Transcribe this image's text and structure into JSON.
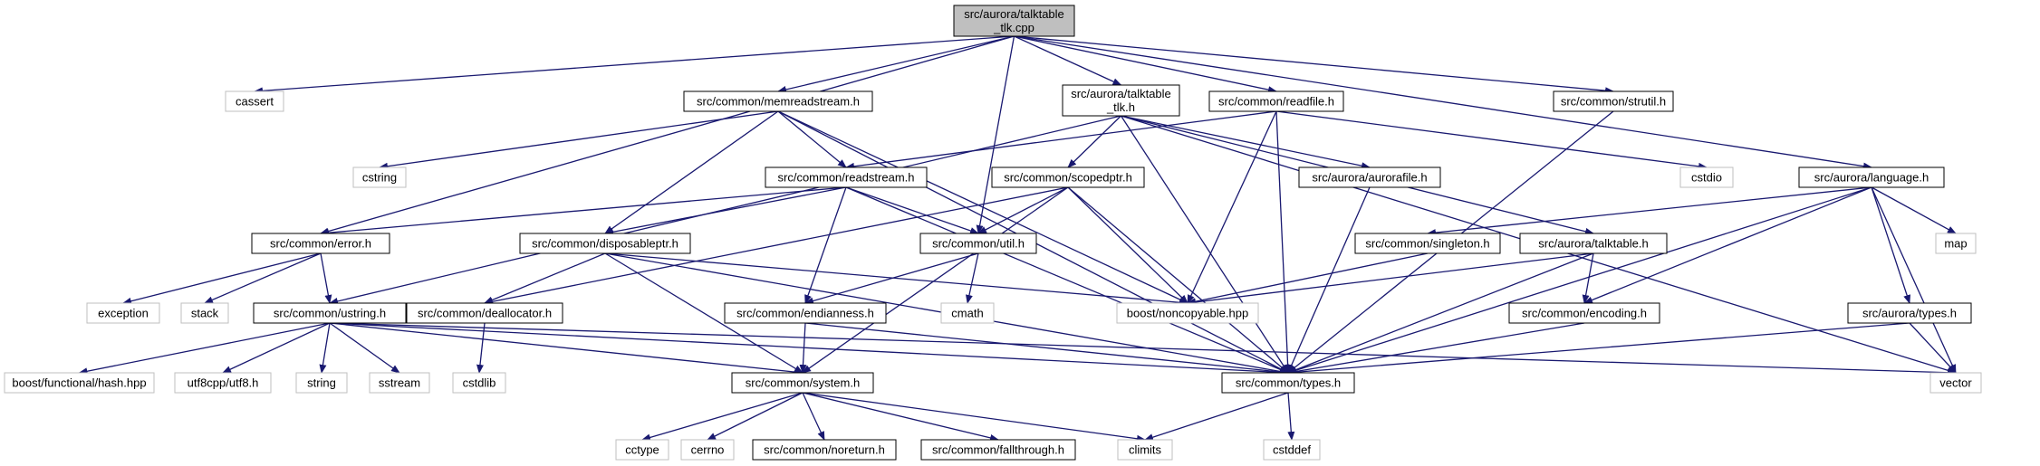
{
  "colors": {
    "edge": "#191970",
    "root_fill": "#bfbfbf",
    "node_border": "#000000",
    "external_border": "#bfbfbf",
    "background": "#ffffff"
  },
  "nodes": [
    {
      "id": "root",
      "lines": [
        "src/aurora/talktable",
        "_tlk.cpp"
      ],
      "style": "root"
    },
    {
      "id": "cassert",
      "lines": [
        "cassert"
      ],
      "style": "external"
    },
    {
      "id": "memreadstream",
      "lines": [
        "src/common/memreadstream.h"
      ],
      "style": "normal"
    },
    {
      "id": "talktable_tlk_h",
      "lines": [
        "src/aurora/talktable",
        "_tlk.h"
      ],
      "style": "normal"
    },
    {
      "id": "readfile",
      "lines": [
        "src/common/readfile.h"
      ],
      "style": "normal"
    },
    {
      "id": "strutil",
      "lines": [
        "src/common/strutil.h"
      ],
      "style": "normal"
    },
    {
      "id": "cstring",
      "lines": [
        "cstring"
      ],
      "style": "external"
    },
    {
      "id": "readstream",
      "lines": [
        "src/common/readstream.h"
      ],
      "style": "normal"
    },
    {
      "id": "scopedptr",
      "lines": [
        "src/common/scopedptr.h"
      ],
      "style": "normal"
    },
    {
      "id": "aurorafile",
      "lines": [
        "src/aurora/aurorafile.h"
      ],
      "style": "normal"
    },
    {
      "id": "cstdio",
      "lines": [
        "cstdio"
      ],
      "style": "external"
    },
    {
      "id": "language",
      "lines": [
        "src/aurora/language.h"
      ],
      "style": "normal"
    },
    {
      "id": "error",
      "lines": [
        "src/common/error.h"
      ],
      "style": "normal"
    },
    {
      "id": "disposableptr",
      "lines": [
        "src/common/disposableptr.h"
      ],
      "style": "normal"
    },
    {
      "id": "util",
      "lines": [
        "src/common/util.h"
      ],
      "style": "normal"
    },
    {
      "id": "singleton",
      "lines": [
        "src/common/singleton.h"
      ],
      "style": "normal"
    },
    {
      "id": "talktable_h",
      "lines": [
        "src/aurora/talktable.h"
      ],
      "style": "normal"
    },
    {
      "id": "map",
      "lines": [
        "map"
      ],
      "style": "external"
    },
    {
      "id": "exception",
      "lines": [
        "exception"
      ],
      "style": "external"
    },
    {
      "id": "stack",
      "lines": [
        "stack"
      ],
      "style": "external"
    },
    {
      "id": "ustring",
      "lines": [
        "src/common/ustring.h"
      ],
      "style": "normal"
    },
    {
      "id": "deallocator",
      "lines": [
        "src/common/deallocator.h"
      ],
      "style": "normal"
    },
    {
      "id": "endianness",
      "lines": [
        "src/common/endianness.h"
      ],
      "style": "normal"
    },
    {
      "id": "cmath",
      "lines": [
        "cmath"
      ],
      "style": "external"
    },
    {
      "id": "noncopyable",
      "lines": [
        "boost/noncopyable.hpp"
      ],
      "style": "external"
    },
    {
      "id": "encoding",
      "lines": [
        "src/common/encoding.h"
      ],
      "style": "normal"
    },
    {
      "id": "aurora_types",
      "lines": [
        "src/aurora/types.h"
      ],
      "style": "normal"
    },
    {
      "id": "boost_hash",
      "lines": [
        "boost/functional/hash.hpp"
      ],
      "style": "external"
    },
    {
      "id": "utf8",
      "lines": [
        "utf8cpp/utf8.h"
      ],
      "style": "external"
    },
    {
      "id": "string",
      "lines": [
        "string"
      ],
      "style": "external"
    },
    {
      "id": "sstream",
      "lines": [
        "sstream"
      ],
      "style": "external"
    },
    {
      "id": "cstdlib",
      "lines": [
        "cstdlib"
      ],
      "style": "external"
    },
    {
      "id": "system",
      "lines": [
        "src/common/system.h"
      ],
      "style": "normal"
    },
    {
      "id": "types",
      "lines": [
        "src/common/types.h"
      ],
      "style": "normal"
    },
    {
      "id": "vector",
      "lines": [
        "vector"
      ],
      "style": "external"
    },
    {
      "id": "cctype",
      "lines": [
        "cctype"
      ],
      "style": "external"
    },
    {
      "id": "cerrno",
      "lines": [
        "cerrno"
      ],
      "style": "external"
    },
    {
      "id": "noreturn",
      "lines": [
        "src/common/noreturn.h"
      ],
      "style": "normal"
    },
    {
      "id": "fallthrough",
      "lines": [
        "src/common/fallthrough.h"
      ],
      "style": "normal"
    },
    {
      "id": "climits",
      "lines": [
        "climits"
      ],
      "style": "external"
    },
    {
      "id": "cstddef",
      "lines": [
        "cstddef"
      ],
      "style": "external"
    }
  ],
  "edges": [
    [
      "root",
      "cassert"
    ],
    [
      "root",
      "memreadstream"
    ],
    [
      "root",
      "talktable_tlk_h"
    ],
    [
      "root",
      "readfile"
    ],
    [
      "root",
      "strutil"
    ],
    [
      "root",
      "language"
    ],
    [
      "root",
      "error"
    ],
    [
      "root",
      "util"
    ],
    [
      "memreadstream",
      "cstring"
    ],
    [
      "memreadstream",
      "readstream"
    ],
    [
      "memreadstream",
      "disposableptr"
    ],
    [
      "memreadstream",
      "types"
    ],
    [
      "memreadstream",
      "noncopyable"
    ],
    [
      "talktable_tlk_h",
      "ustring"
    ],
    [
      "talktable_tlk_h",
      "scopedptr"
    ],
    [
      "talktable_tlk_h",
      "aurorafile"
    ],
    [
      "talktable_tlk_h",
      "talktable_h"
    ],
    [
      "talktable_tlk_h",
      "types"
    ],
    [
      "talktable_tlk_h",
      "vector"
    ],
    [
      "readfile",
      "readstream"
    ],
    [
      "readfile",
      "cstdio"
    ],
    [
      "readfile",
      "noncopyable"
    ],
    [
      "readfile",
      "types"
    ],
    [
      "strutil",
      "types"
    ],
    [
      "readstream",
      "error"
    ],
    [
      "readstream",
      "disposableptr"
    ],
    [
      "readstream",
      "util"
    ],
    [
      "readstream",
      "endianness"
    ],
    [
      "readstream",
      "types"
    ],
    [
      "scopedptr",
      "deallocator"
    ],
    [
      "scopedptr",
      "util"
    ],
    [
      "scopedptr",
      "noncopyable"
    ],
    [
      "scopedptr",
      "system"
    ],
    [
      "scopedptr",
      "types"
    ],
    [
      "aurorafile",
      "types"
    ],
    [
      "language",
      "singleton"
    ],
    [
      "language",
      "map"
    ],
    [
      "language",
      "encoding"
    ],
    [
      "language",
      "aurora_types"
    ],
    [
      "language",
      "vector"
    ],
    [
      "language",
      "types"
    ],
    [
      "error",
      "exception"
    ],
    [
      "error",
      "stack"
    ],
    [
      "error",
      "ustring"
    ],
    [
      "disposableptr",
      "deallocator"
    ],
    [
      "disposableptr",
      "noncopyable"
    ],
    [
      "disposableptr",
      "system"
    ],
    [
      "disposableptr",
      "types"
    ],
    [
      "util",
      "cmath"
    ],
    [
      "util",
      "endianness"
    ],
    [
      "singleton",
      "noncopyable"
    ],
    [
      "talktable_h",
      "noncopyable"
    ],
    [
      "talktable_h",
      "encoding"
    ],
    [
      "talktable_h",
      "types"
    ],
    [
      "ustring",
      "boost_hash"
    ],
    [
      "ustring",
      "utf8"
    ],
    [
      "ustring",
      "string"
    ],
    [
      "ustring",
      "sstream"
    ],
    [
      "ustring",
      "system"
    ],
    [
      "ustring",
      "types"
    ],
    [
      "ustring",
      "vector"
    ],
    [
      "deallocator",
      "cstdlib"
    ],
    [
      "endianness",
      "system"
    ],
    [
      "endianness",
      "types"
    ],
    [
      "encoding",
      "types"
    ],
    [
      "aurora_types",
      "types"
    ],
    [
      "aurora_types",
      "vector"
    ],
    [
      "system",
      "cctype"
    ],
    [
      "system",
      "cerrno"
    ],
    [
      "system",
      "noreturn"
    ],
    [
      "system",
      "fallthrough"
    ],
    [
      "system",
      "climits"
    ],
    [
      "types",
      "climits"
    ],
    [
      "types",
      "cstddef"
    ]
  ]
}
